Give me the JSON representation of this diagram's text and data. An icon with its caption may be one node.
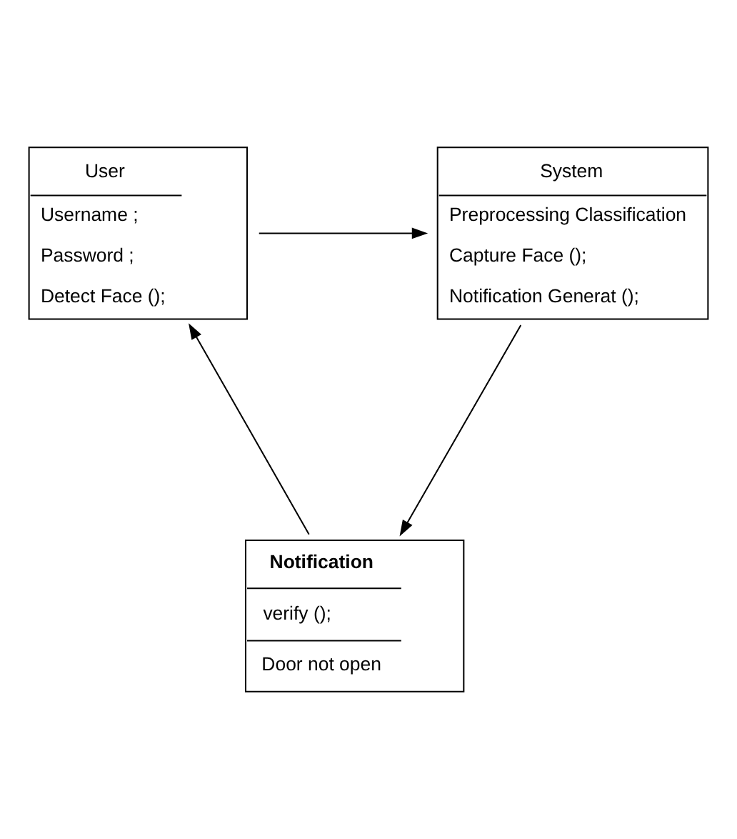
{
  "diagram": {
    "nodes": [
      {
        "text": [
          "User",
          "Username ;",
          "Password ;",
          "Detect Face ();"
        ]
      },
      {
        "text": [
          "System",
          "Preprocessing Classification",
          "Capture Face ();",
          "Notification Generat ();"
        ]
      },
      {
        "text": [
          "Notification",
          "verify ();",
          "Door not open"
        ]
      }
    ],
    "edges": [
      {
        "from": 0,
        "to": 1,
        "arrow": "to"
      },
      {
        "from": 1,
        "to": 2,
        "arrow": "to"
      },
      {
        "from": 2,
        "to": 0,
        "arrow": "to"
      }
    ]
  }
}
